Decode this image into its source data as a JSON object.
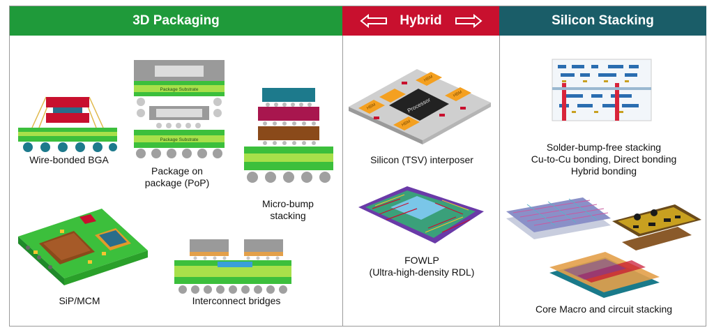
{
  "headers": {
    "packaging": "3D Packaging",
    "hybrid": "Hybrid",
    "stacking": "Silicon Stacking"
  },
  "labels": {
    "wire_bonded": "Wire-bonded BGA",
    "pop_line1": "Package on",
    "pop_line2": "package (PoP)",
    "microbump_line1": "Micro-bump",
    "microbump_line2": "stacking",
    "sip": "SiP/MCM",
    "bridges": "Interconnect bridges",
    "interposer": "Silicon (TSV) interposer",
    "fowlp_line1": "FOWLP",
    "fowlp_line2": "(Ultra-high-density RDL)",
    "bumpfree_line1": "Solder-bump-free stacking",
    "bumpfree_line2": "Cu-to-Cu bonding, Direct bonding",
    "bumpfree_line3": "Hybrid bonding",
    "core_macro": "Core Macro and circuit stacking"
  },
  "inline_text": {
    "package_substrate": "Package Substrate",
    "processor": "Processor",
    "hbm": "HBM"
  },
  "colors": {
    "green": "#1f9a3a",
    "red": "#c8102e",
    "teal": "#1a5d68",
    "substrate": "#3cbf3c",
    "substrate_light": "#a8e04a"
  }
}
